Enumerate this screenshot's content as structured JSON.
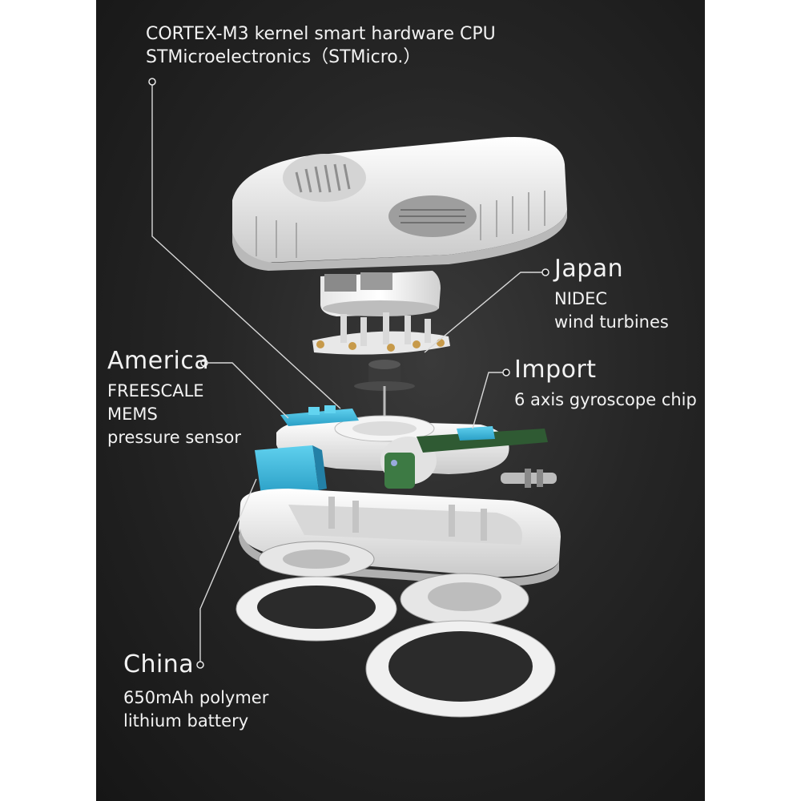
{
  "labels": {
    "cpu": {
      "line1": "CORTEX-M3  kernel smart hardware  CPU",
      "line2": "STMicroelectronics（STMicro.）"
    },
    "japan": {
      "heading": "Japan",
      "line1": "NIDEC",
      "line2": "wind turbines"
    },
    "america": {
      "heading": "America",
      "line1": "FREESCALE",
      "line2": "MEMS",
      "line3": "pressure sensor"
    },
    "import": {
      "heading": "Import",
      "line1": "6 axis gyroscope chip"
    },
    "china": {
      "heading": "China",
      "line1": "650mAh  polymer",
      "line2": "lithium battery"
    }
  },
  "colors": {
    "background": "#262626",
    "accent_blue": "#3bb8de",
    "text": "#f2f2f2"
  }
}
